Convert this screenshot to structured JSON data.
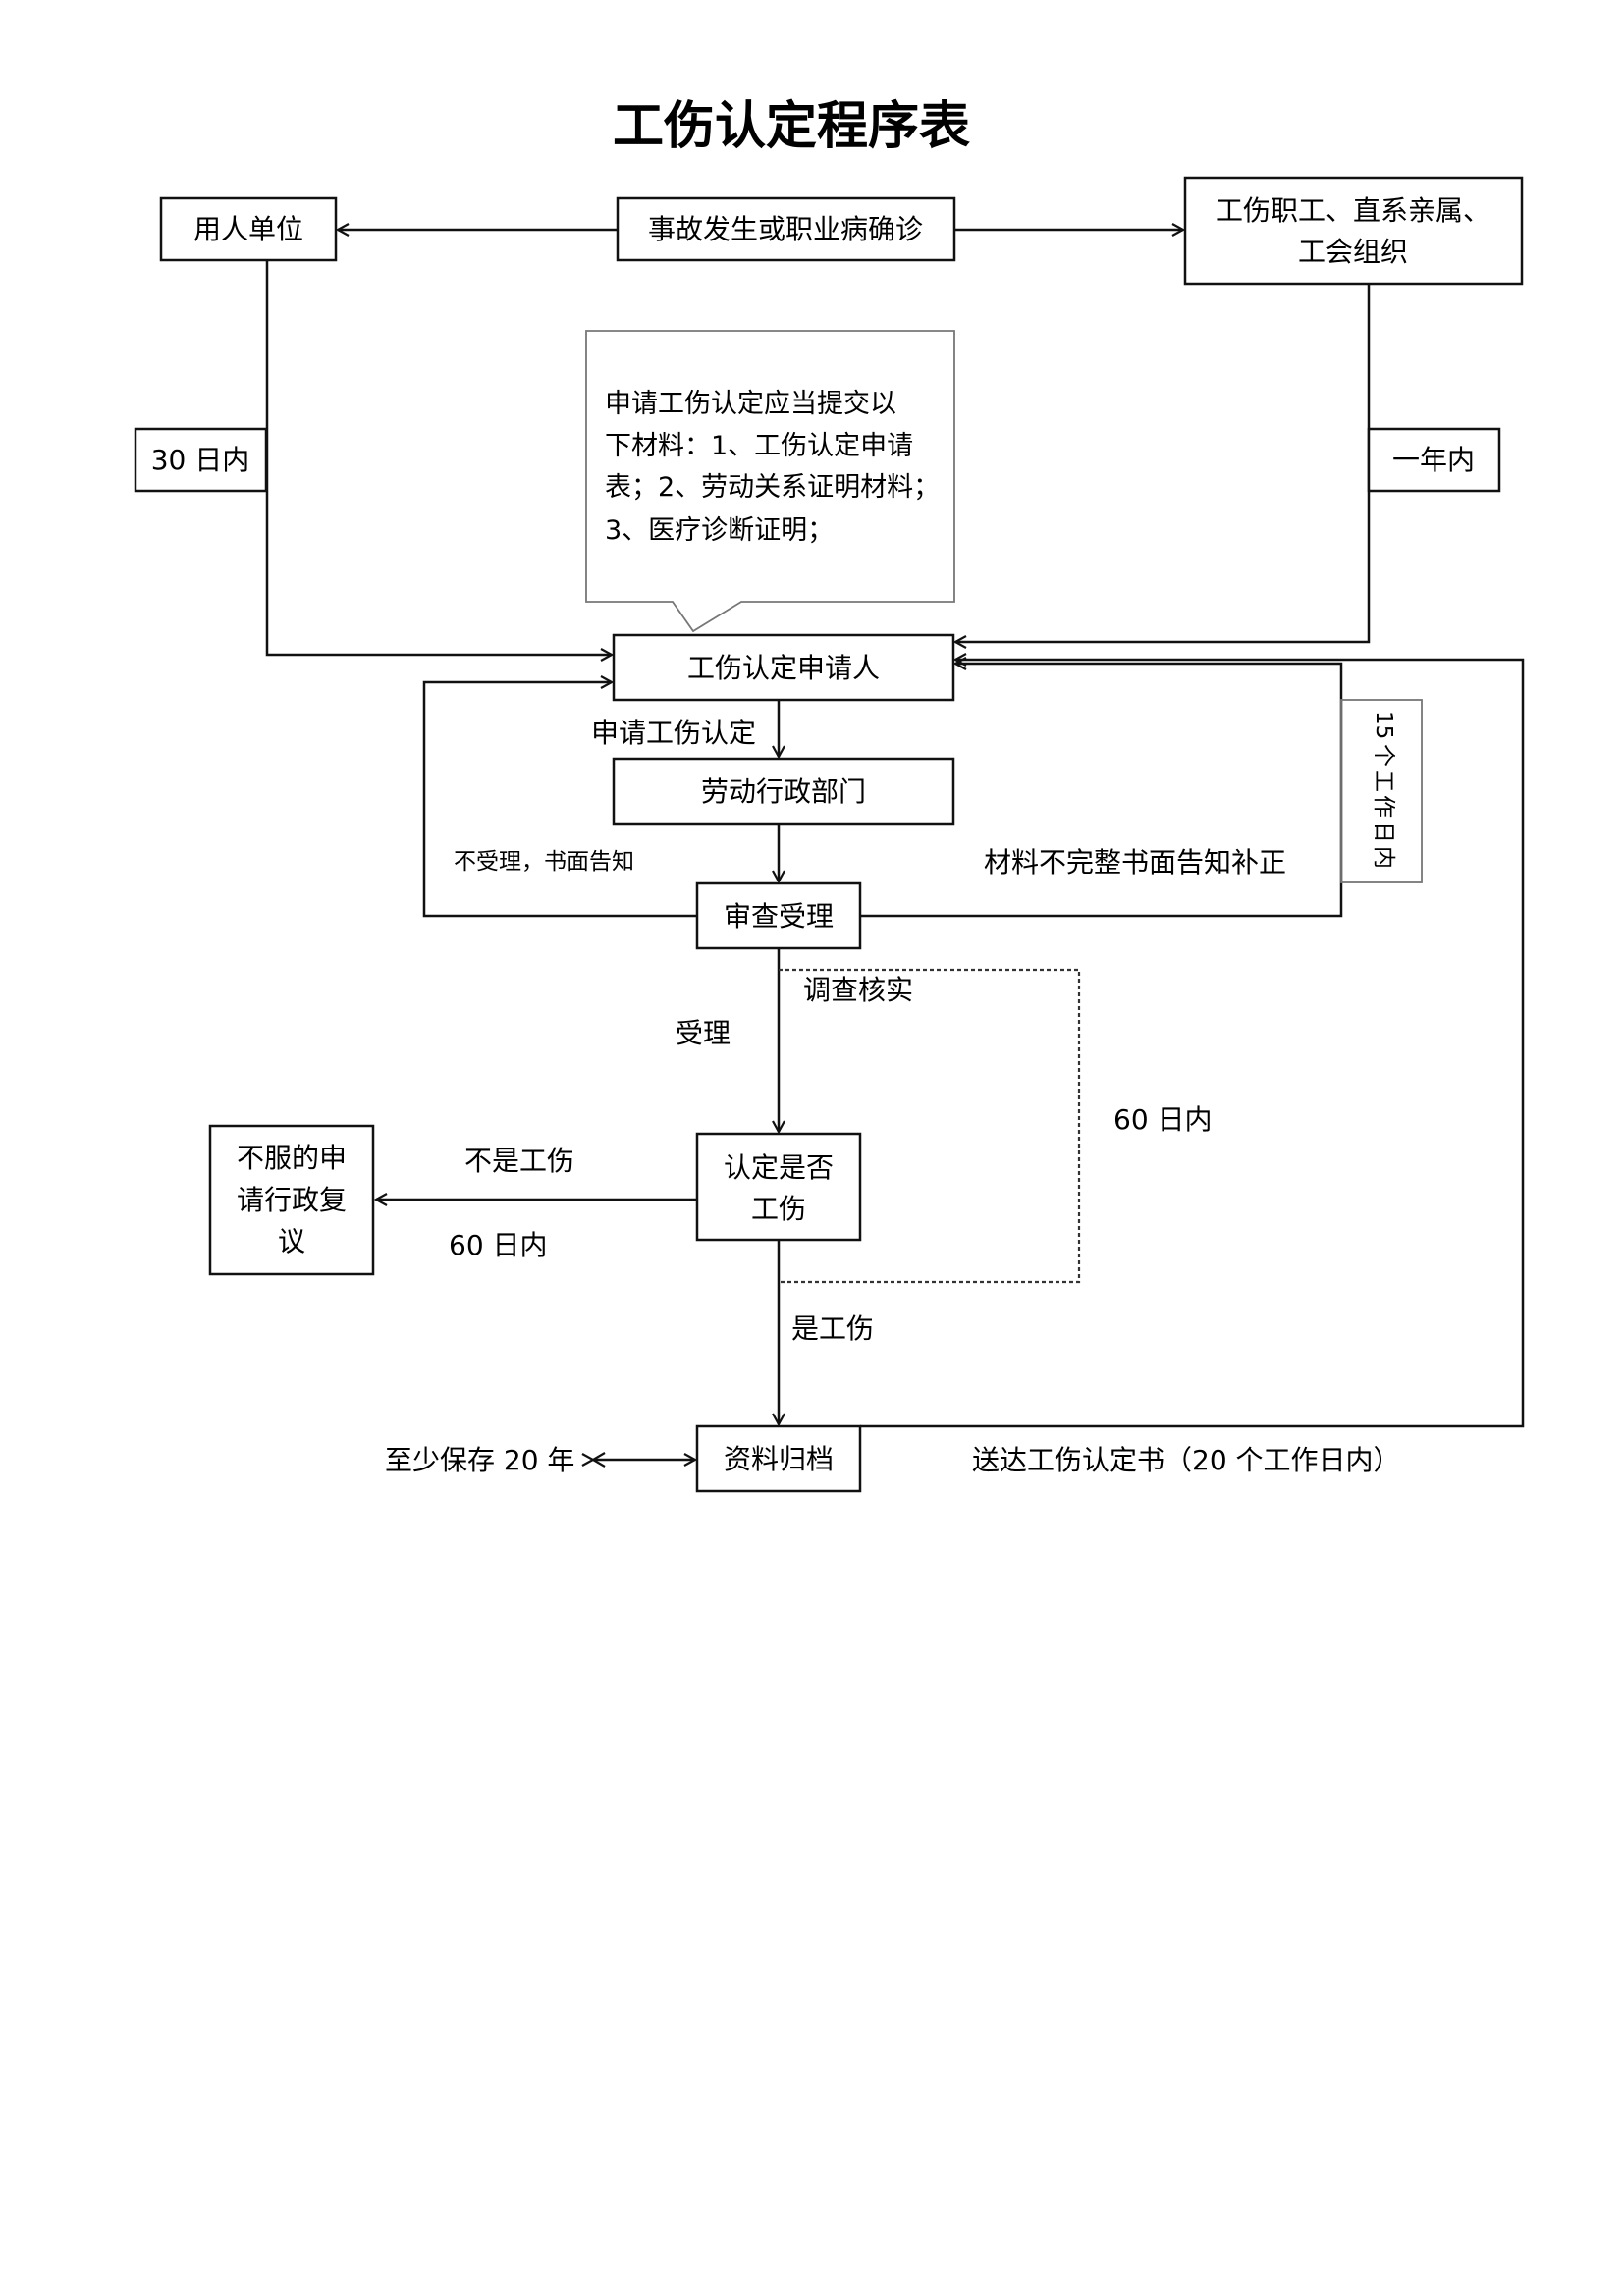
{
  "title": "工伤认定程序表",
  "boxes": {
    "employer": "用人单位",
    "accident": "事故发生或职业病确诊",
    "worker_line1": "工伤职工、直系亲属、",
    "worker_line2": "工会组织",
    "within_30_days": "30 日内",
    "within_one_year": "一年内",
    "applicant": "工伤认定申请人",
    "labor_dept": "劳动行政部门",
    "review": "审查受理",
    "decide_line1": "认定是否",
    "decide_line2": "工伤",
    "appeal_line1": "不服的申",
    "appeal_line2": "请行政复",
    "appeal_line3": "议",
    "archive": "资料归档",
    "days15_vertical": [
      "15",
      "个",
      "工",
      "作",
      "日",
      "内"
    ]
  },
  "note": {
    "lines": [
      "申请工伤认定应当提交以",
      "下材料：1、工伤认定申请",
      "表；2、劳动关系证明材料；",
      "3、医疗诊断证明；"
    ]
  },
  "labels": {
    "apply": "申请工伤认定",
    "reject_notice": "不受理，书面告知",
    "incomplete_notice": "材料不完整书面告知补正",
    "investigate": "调查核实",
    "accept": "受理",
    "within_60_days_right": "60 日内",
    "not_injury": "不是工伤",
    "within_60_days_left": "60 日内",
    "is_injury": "是工伤",
    "keep_20_years": "至少保存 20 年",
    "deliver": "送达工伤认定书（20 个工作日内）"
  }
}
